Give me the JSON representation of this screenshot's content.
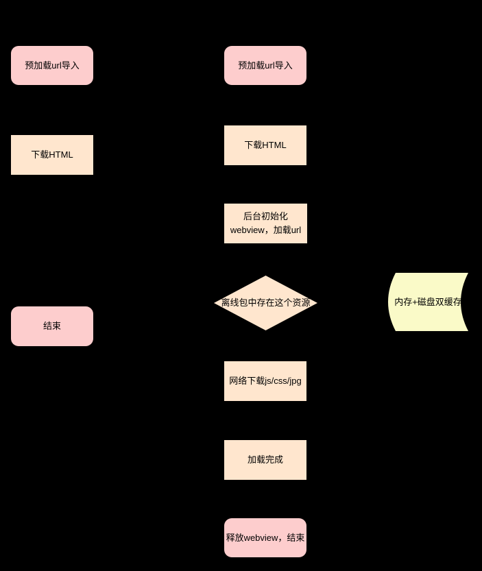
{
  "diagram": {
    "type": "flowchart",
    "background": "#000000",
    "colors": {
      "background": "#000000",
      "text": "#000000",
      "pink": "#fdcdcd",
      "peach": "#ffe6ce",
      "yellow": "#fafac8"
    },
    "nodes": {
      "preload_left": {
        "label": "预加载url导入",
        "shape": "rounded-rect",
        "fill": "pink"
      },
      "download_html_left": {
        "label": "下载HTML",
        "shape": "rect",
        "fill": "peach"
      },
      "end_left": {
        "label": "结束",
        "shape": "rounded-rect",
        "fill": "pink"
      },
      "preload_mid": {
        "label": "预加载url导入",
        "shape": "rounded-rect",
        "fill": "pink"
      },
      "download_html_mid": {
        "label": "下载HTML",
        "shape": "rect",
        "fill": "peach"
      },
      "init_webview": {
        "label": "后台初始化\nwebview，加载url",
        "shape": "rect",
        "fill": "peach"
      },
      "offline_check": {
        "label": "离线包中存在这个资源",
        "shape": "diamond",
        "fill": "peach"
      },
      "cache_store": {
        "label": "内存+磁盘双缓存",
        "shape": "stored-data",
        "fill": "yellow"
      },
      "network_download": {
        "label": "网络下载js/css/jpg",
        "shape": "rect",
        "fill": "peach"
      },
      "load_complete": {
        "label": "加载完成",
        "shape": "rect",
        "fill": "peach"
      },
      "release_webview": {
        "label": "释放webview，结束",
        "shape": "rounded-rect",
        "fill": "pink"
      }
    }
  }
}
